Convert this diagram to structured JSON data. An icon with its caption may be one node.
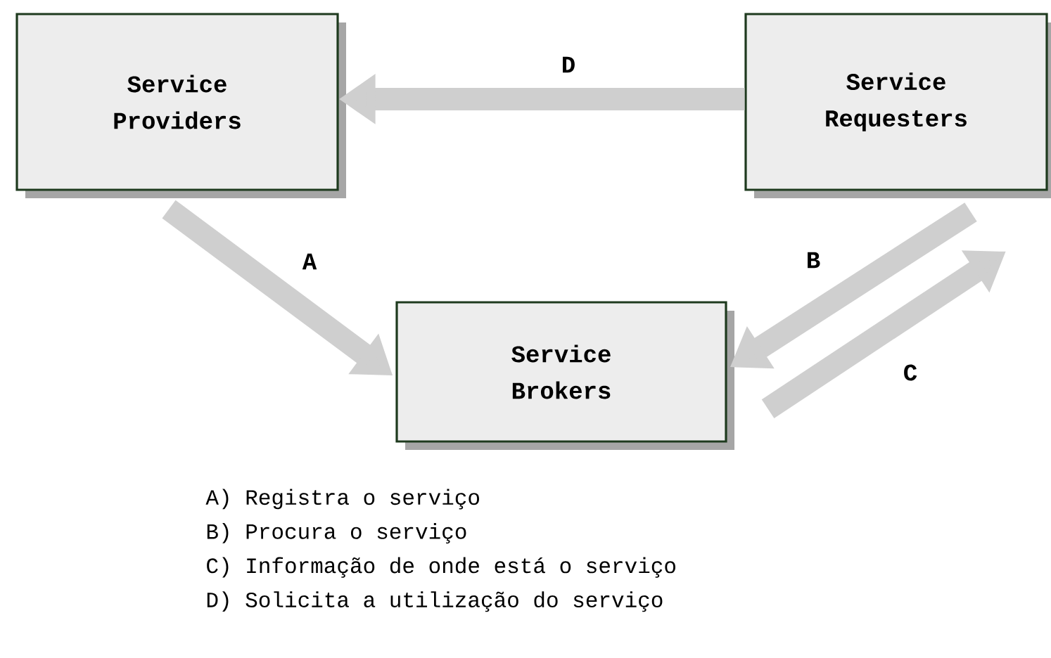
{
  "diagram": {
    "nodes": [
      {
        "text": [
          "Service Providers"
        ]
      },
      {
        "text": [
          "Service Requesters"
        ]
      },
      {
        "text": [
          "Service Brokers"
        ]
      }
    ],
    "edges": [
      {
        "from": 1,
        "to": 0,
        "arrow": "to",
        "label": "D"
      },
      {
        "from": 0,
        "to": 2,
        "arrow": "to",
        "label": "A"
      },
      {
        "from": 1,
        "to": 2,
        "arrow": "to",
        "label": "B"
      },
      {
        "from": 2,
        "to": 1,
        "arrow": "to",
        "label": "C"
      }
    ],
    "labels": [
      "A)  Registra o serviço",
      "B)  Procura o serviço",
      "C)  Informação de onde está o serviço",
      "D)  Solicita a utilização do serviço"
    ]
  }
}
